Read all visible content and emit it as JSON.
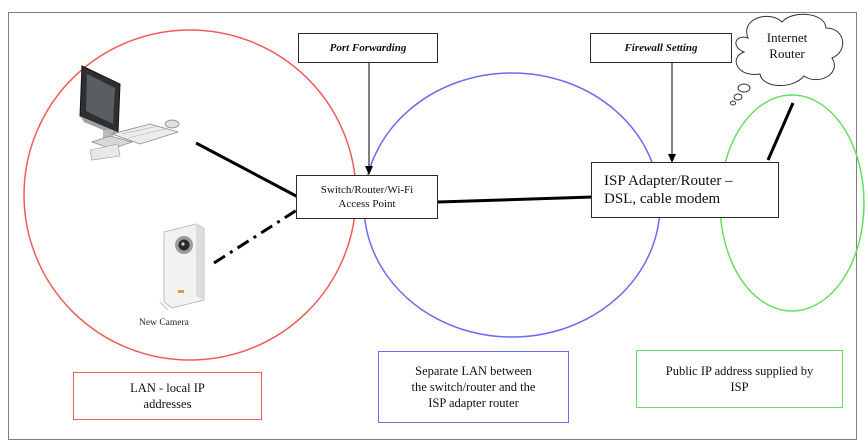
{
  "labels": {
    "port_forwarding": "Port Forwarding",
    "firewall_setting": "Firewall Setting"
  },
  "nodes": {
    "switch_router": "Switch/Router/Wi-Fi\nAccess Point",
    "isp_adapter": "ISP Adapter/Router –\nDSL, cable modem",
    "internet_router": "Internet\nRouter",
    "camera": "New Camera"
  },
  "legend": {
    "lan": "LAN  - local IP\naddresses",
    "separate_lan": "Separate LAN between\nthe switch/router and the\nISP adapter router",
    "public_ip": "Public IP address supplied by\nISP"
  },
  "colors": {
    "lan_circle": "#f25a5a",
    "separate_lan_circle": "#6b6bf0",
    "public_circle": "#62e062",
    "connector": "#000000"
  },
  "icons": {
    "computer": "desktop-computer-icon",
    "camera": "network-camera-icon",
    "cloud": "cloud-icon"
  }
}
